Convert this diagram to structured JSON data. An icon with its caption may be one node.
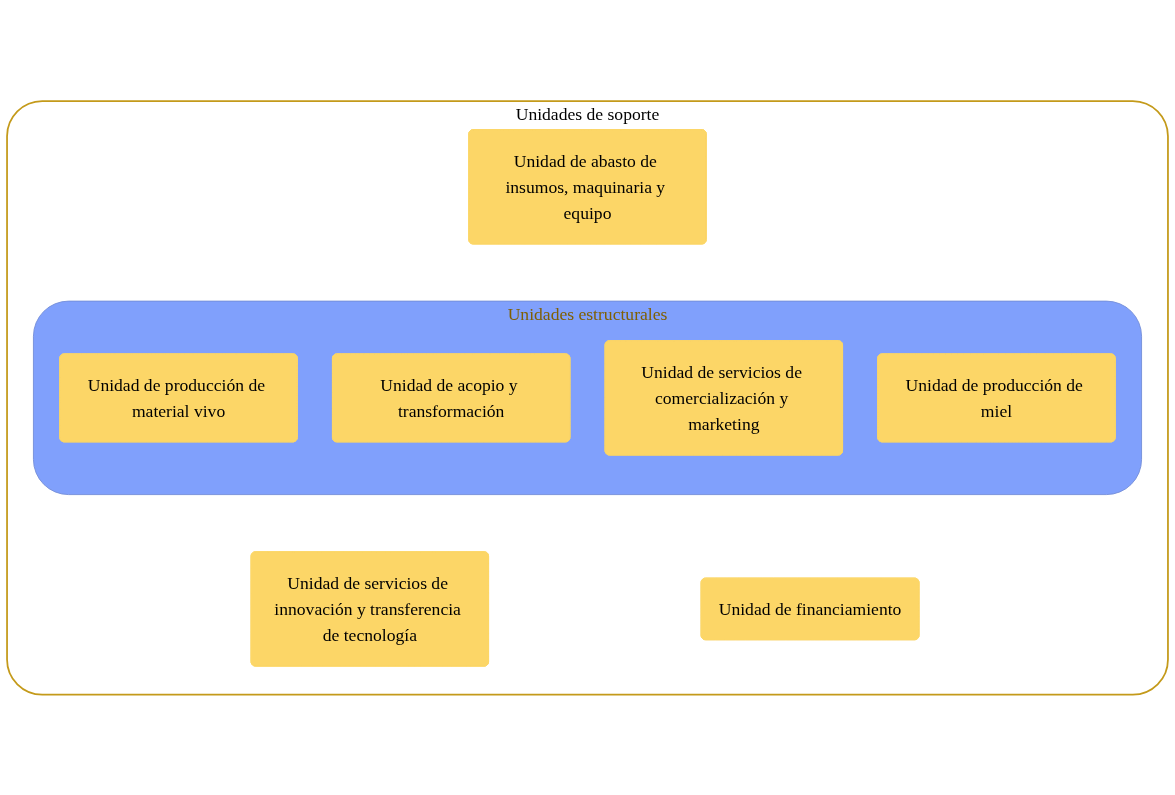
{
  "diagram": {
    "nodes": [
      {
        "text": [
          "Unidades de soporte"
        ]
      },
      {
        "text": [
          "Unidad de abasto de insumos, maquinaria y equipo"
        ],
        "in": 0
      },
      {
        "text": [
          "Unidades estructurales"
        ],
        "in": 0
      },
      {
        "text": [
          "Unidad de producción de material vivo"
        ],
        "in": 2
      },
      {
        "text": [
          "Unidad de acopio y transformación"
        ],
        "in": 2
      },
      {
        "text": [
          "Unidad de servicios de comercialización y marketing"
        ],
        "in": 2
      },
      {
        "text": [
          "Unidad de producción de miel"
        ],
        "in": 2
      },
      {
        "text": [
          "Unidad de servicios de innovación y transferencia de tecnología"
        ],
        "in": 0
      },
      {
        "text": [
          "Unidad de financiamiento"
        ],
        "in": 0
      }
    ]
  }
}
